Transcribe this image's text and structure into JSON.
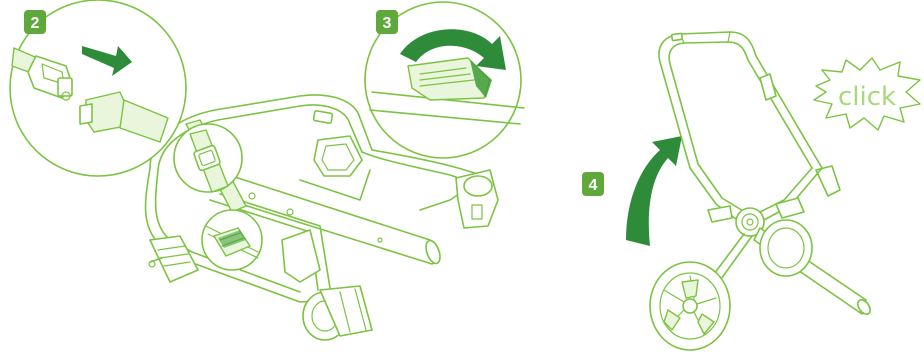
{
  "steps": [
    {
      "number": "2"
    },
    {
      "number": "3"
    },
    {
      "number": "4"
    }
  ],
  "sound_label": "click",
  "colors": {
    "line": "#7cc342",
    "fill_light": "#e9f6dc",
    "accent": "#3d9b35",
    "badge_bg": "#5fa83c",
    "arrow": "#2e8b3a"
  }
}
